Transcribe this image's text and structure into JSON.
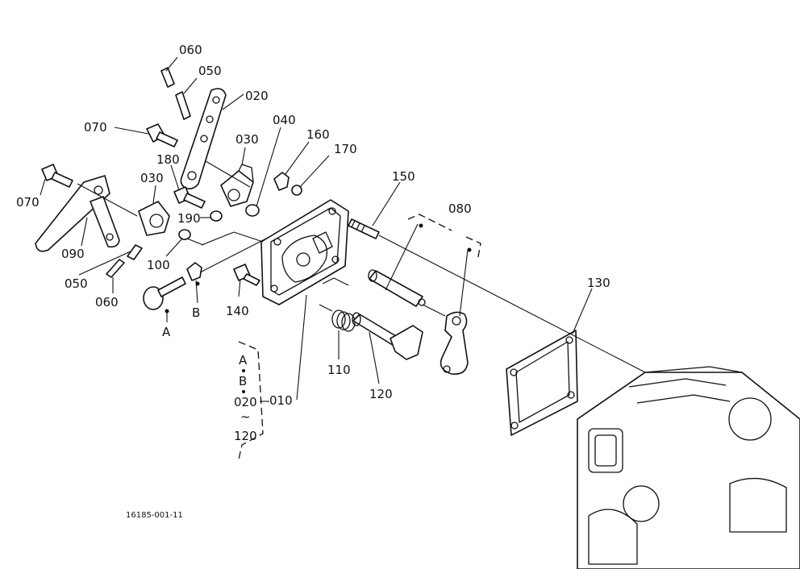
{
  "diagram": {
    "drawing_code": "16185-001-11",
    "group_label": {
      "line1": "A",
      "line2": "B",
      "line3": "020",
      "line4": "~",
      "line5": "120"
    },
    "callouts": {
      "c060_top": "060",
      "c050_top": "050",
      "c020": "020",
      "c070_top": "070",
      "c040": "040",
      "c030_right": "030",
      "c160": "160",
      "c170": "170",
      "c180": "180",
      "c030_left": "030",
      "c070_left": "070",
      "c190": "190",
      "c150": "150",
      "c080": "080",
      "c090": "090",
      "c100": "100",
      "c050_bottom": "050",
      "c060_bottom": "060",
      "c140": "140",
      "marker_b": "B",
      "marker_a": "A",
      "c130": "130",
      "c110": "110",
      "c120": "120",
      "c010": "010"
    }
  }
}
